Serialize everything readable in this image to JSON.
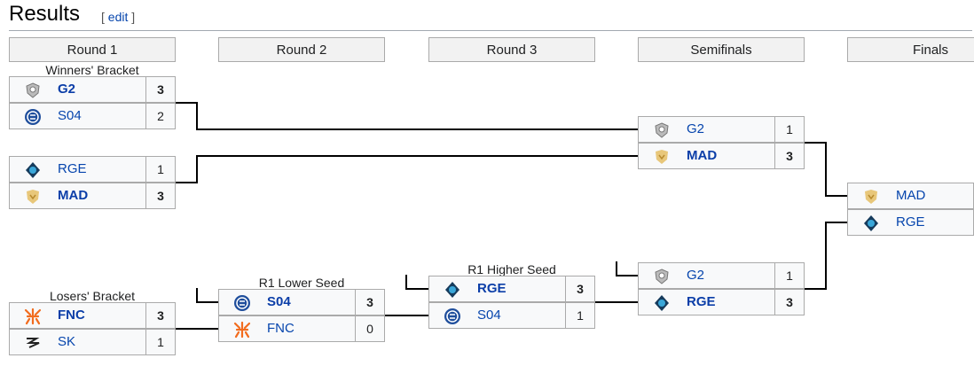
{
  "section": {
    "title": "Results",
    "edit_open": "[",
    "edit_label": "edit",
    "edit_close": "]"
  },
  "rounds": [
    "Round 1",
    "Round 2",
    "Round 3",
    "Semifinals",
    "Finals"
  ],
  "captions": {
    "winners": "Winners' Bracket",
    "losers": "Losers' Bracket",
    "r1_lower": "R1 Lower Seed",
    "r1_higher": "R1 Higher Seed"
  },
  "matches": {
    "wb1": [
      {
        "team": "G2",
        "score": "3",
        "icon": "g2-logo-icon"
      },
      {
        "team": "S04",
        "score": "2",
        "icon": "s04-logo-icon"
      }
    ],
    "wb2": [
      {
        "team": "RGE",
        "score": "1",
        "icon": "rge-logo-icon"
      },
      {
        "team": "MAD",
        "score": "3",
        "icon": "mad-logo-icon"
      }
    ],
    "lb1": [
      {
        "team": "FNC",
        "score": "3",
        "icon": "fnc-logo-icon"
      },
      {
        "team": "SK",
        "score": "1",
        "icon": "sk-logo-icon"
      }
    ],
    "r2": [
      {
        "team": "S04",
        "score": "3",
        "icon": "s04-logo-icon"
      },
      {
        "team": "FNC",
        "score": "0",
        "icon": "fnc-logo-icon"
      }
    ],
    "r3": [
      {
        "team": "RGE",
        "score": "3",
        "icon": "rge-logo-icon"
      },
      {
        "team": "S04",
        "score": "1",
        "icon": "s04-logo-icon"
      }
    ],
    "sf1": [
      {
        "team": "G2",
        "score": "1",
        "icon": "g2-logo-icon"
      },
      {
        "team": "MAD",
        "score": "3",
        "icon": "mad-logo-icon"
      }
    ],
    "sf2": [
      {
        "team": "G2",
        "score": "1",
        "icon": "g2-logo-icon"
      },
      {
        "team": "RGE",
        "score": "3",
        "icon": "rge-logo-icon"
      }
    ],
    "final": [
      {
        "team": "MAD",
        "score": "",
        "icon": "mad-logo-icon"
      },
      {
        "team": "RGE",
        "score": "",
        "icon": "rge-logo-icon"
      }
    ]
  },
  "colors": {
    "link": "#0645ad",
    "header_bg": "#f2f2f2",
    "cell_bg": "#f8f9fa",
    "border": "#aaaaaa",
    "line": "#000000"
  }
}
